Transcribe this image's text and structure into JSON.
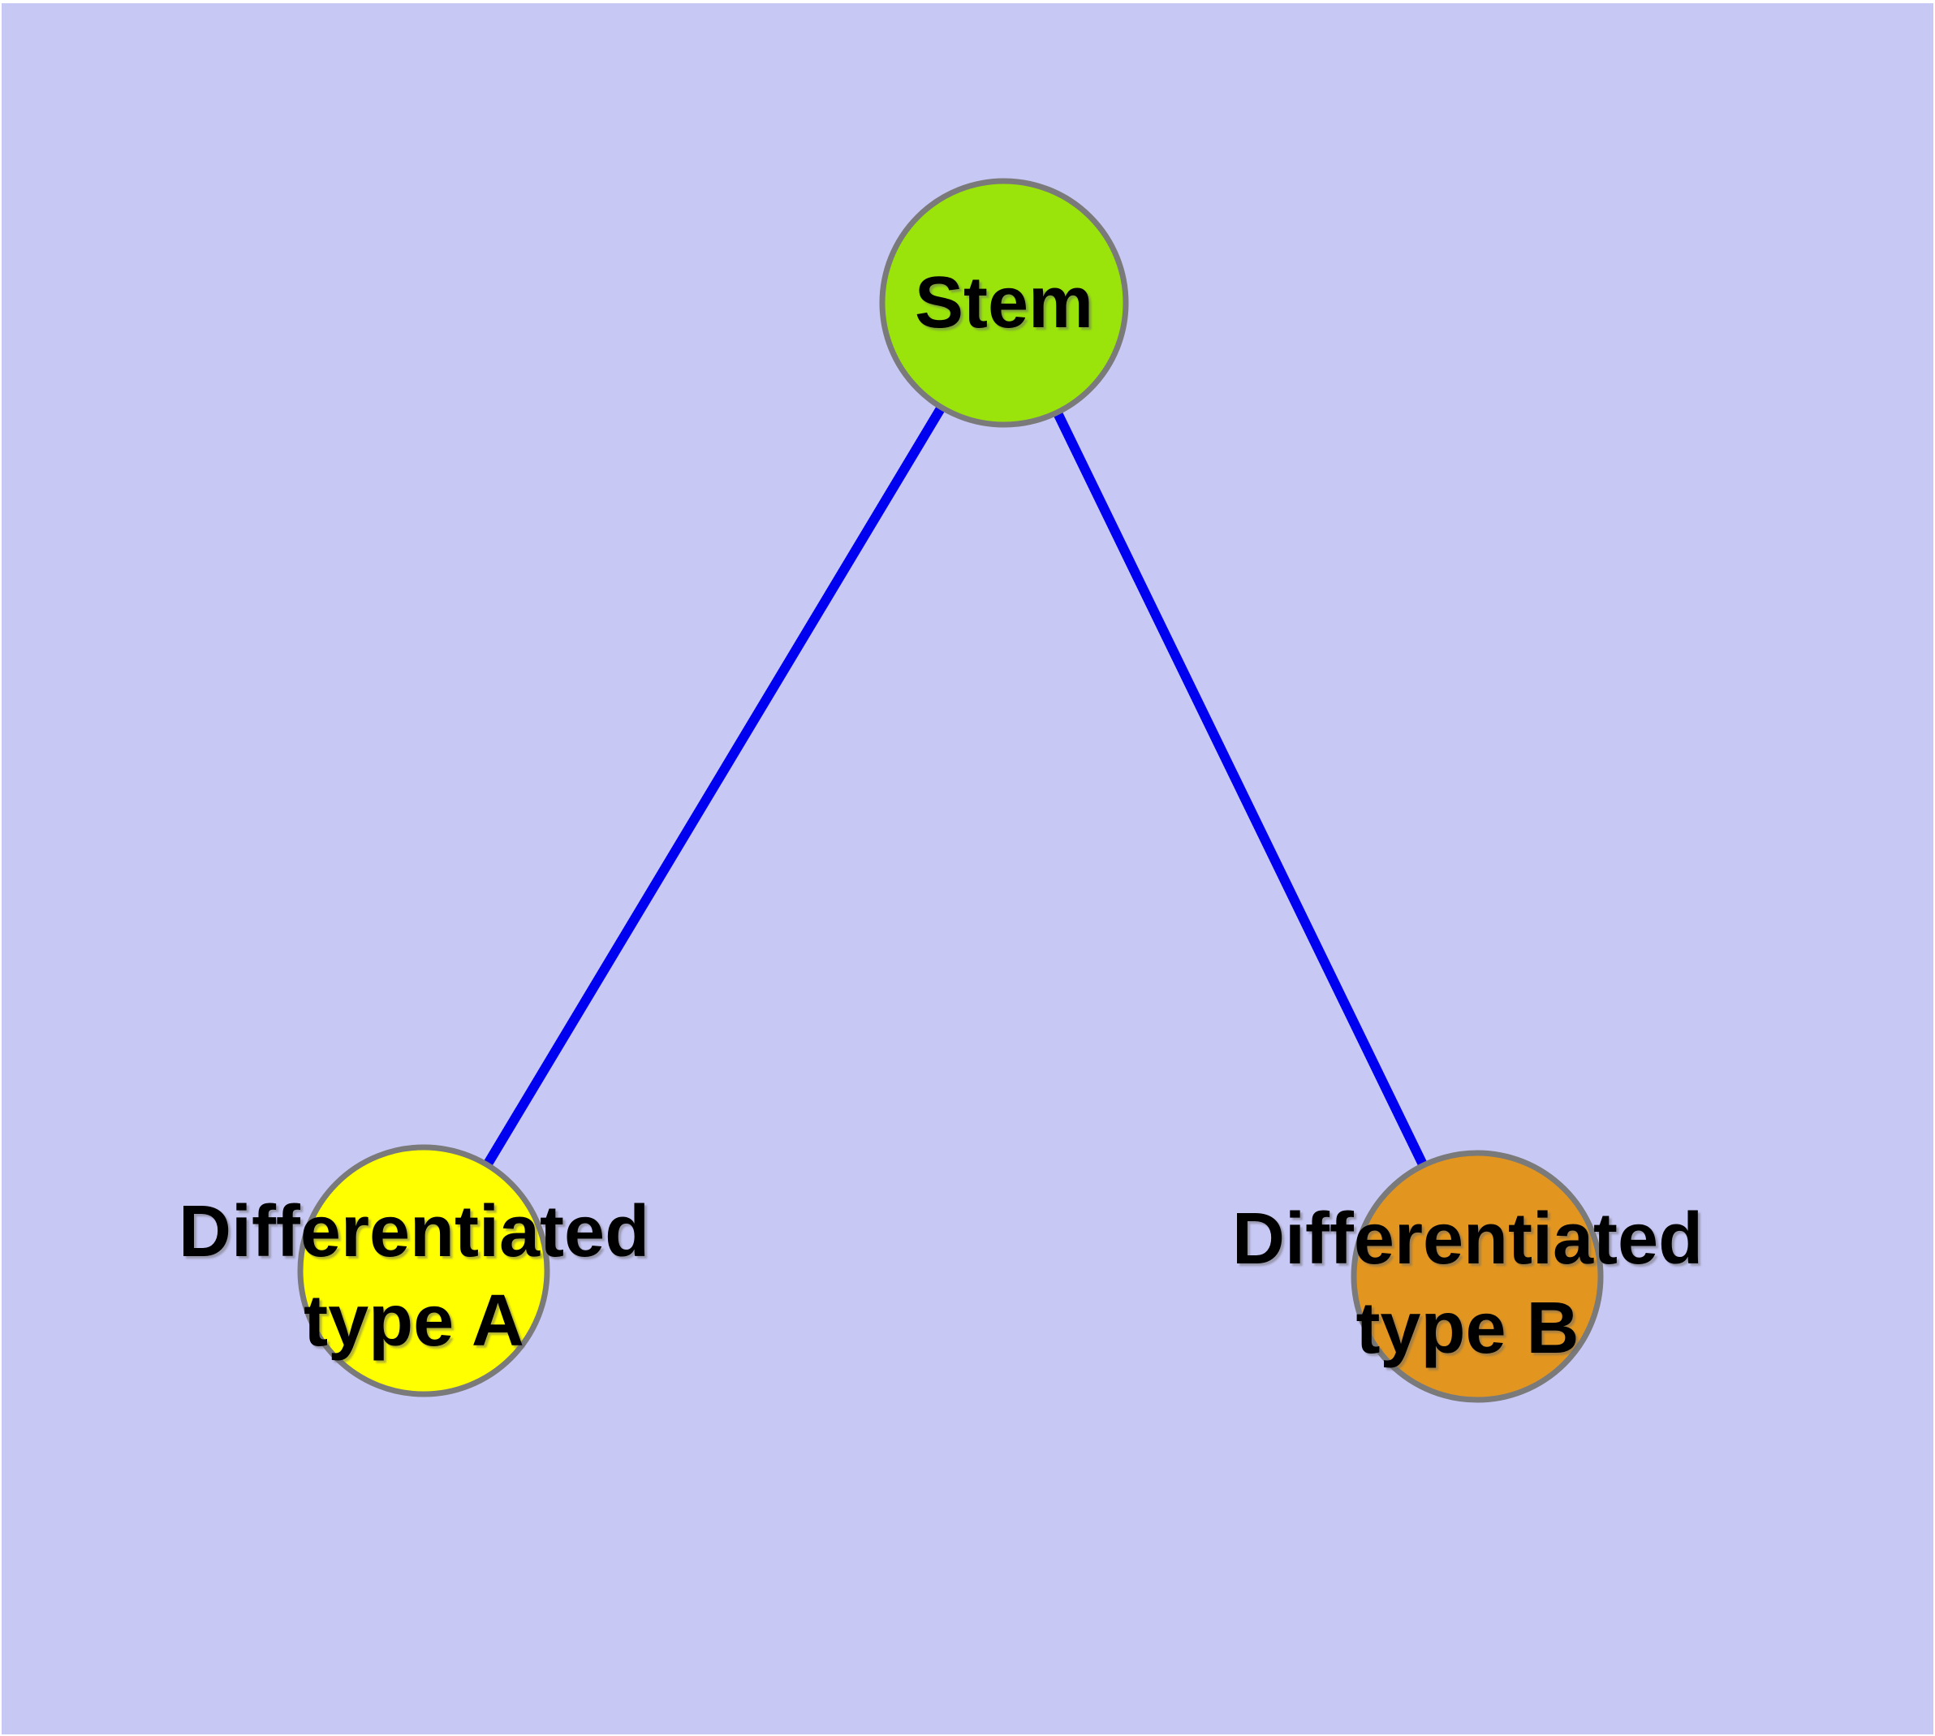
{
  "diagram": {
    "background_color": "#C8C8F5",
    "margin_color": "#FFFFFF",
    "edge_color": "#0000F0",
    "node_border_color": "#7A7A7A",
    "label_color": "#000000",
    "nodes": [
      {
        "id": "stem",
        "label_lines": [
          "Stem"
        ],
        "fill_color": "#9AE40B"
      },
      {
        "id": "differentiated-type-a",
        "label_lines": [
          "Differentiated",
          "type A"
        ],
        "fill_color": "#FFFF00"
      },
      {
        "id": "differentiated-type-b",
        "label_lines": [
          "Differentiated",
          "type B"
        ],
        "fill_color": "#E29620"
      }
    ],
    "edges": [
      {
        "from": "Stem",
        "to": "Differentiated type A"
      },
      {
        "from": "Stem",
        "to": "Differentiated type B"
      }
    ]
  }
}
